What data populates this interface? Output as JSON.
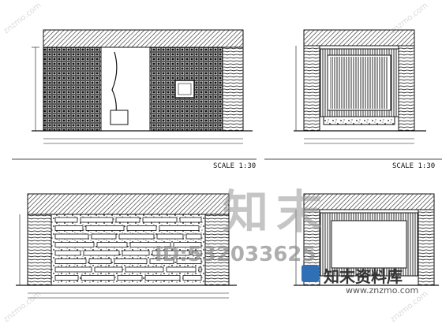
{
  "drawings": {
    "top_left": {
      "scale": "SCALE 1:30"
    },
    "top_right": {
      "scale": "SCALE 1:30"
    }
  },
  "watermark": {
    "brand_glyphs": "知末",
    "id_text": "ID:532033625",
    "logo_text": "知末资料库",
    "url_text": "www.znzmo.com",
    "diagonal_text": "znzmo.com"
  },
  "colors": {
    "line": "#111111",
    "hatch": "#222222",
    "paper": "#ffffff"
  }
}
